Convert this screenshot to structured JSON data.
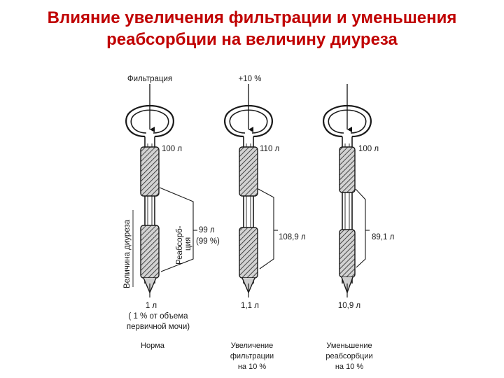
{
  "title": {
    "line1": "Влияние увеличения фильтрации и уменьшения",
    "line2": "реабсорбции на величину диуреза"
  },
  "vertical_labels": {
    "diuresis": "Величина диуреза",
    "reabsorption_line1": "Реабсорб-",
    "reabsorption_line2": "ция"
  },
  "nephrons": [
    {
      "top_label": "Фильтрация",
      "filtrate": "100 л",
      "reabsorbed": "99 л",
      "reabsorbed_pct": "(99 %)",
      "output": "1 л",
      "output_note_1": "( 1 % от объема",
      "output_note_2": "первичной мочи)",
      "caption": [
        "Норма"
      ]
    },
    {
      "top_label": "+10 %",
      "filtrate": "110 л",
      "reabsorbed": "108,9 л",
      "reabsorbed_pct": "",
      "output": "1,1 л",
      "output_note_1": "",
      "output_note_2": "",
      "caption": [
        "Увеличение",
        "фильтрации",
        "на 10 %"
      ]
    },
    {
      "top_label": "",
      "filtrate": "100 л",
      "reabsorbed": "89,1 л",
      "reabsorbed_pct": "",
      "output": "10,9 л",
      "output_note_1": "",
      "output_note_2": "",
      "caption": [
        "Уменьшение",
        "реабсорбции",
        "на 10 %"
      ]
    }
  ]
}
